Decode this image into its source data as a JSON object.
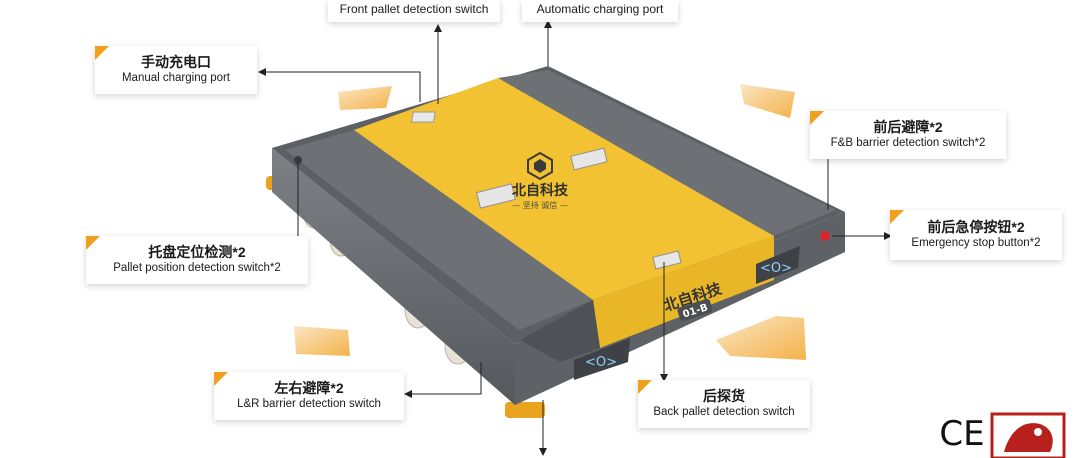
{
  "labels": {
    "front_pallet": {
      "en": "Front pallet detection switch"
    },
    "auto_charging": {
      "en": "Automatic charging port"
    },
    "manual_charging": {
      "zh": "手动充电口",
      "en": "Manual charging port"
    },
    "fb_barrier": {
      "zh": "前后避障*2",
      "en": "F&B barrier detection switch*2"
    },
    "emergency_stop": {
      "zh": "前后急停按钮*2",
      "en": "Emergency stop button*2"
    },
    "pallet_position": {
      "zh": "托盘定位检测*2",
      "en": "Pallet position detection switch*2"
    },
    "lr_barrier": {
      "zh": "左右避障*2",
      "en": "L&R barrier detection switch"
    },
    "back_pallet": {
      "zh": "后探货",
      "en": "Back pallet detection switch"
    }
  },
  "vehicle": {
    "brand_top": "北自科技",
    "brand_top_sub": "— 坚持 诚信 —",
    "brand_front": "北自科技",
    "model": "01-B"
  },
  "certification": {
    "ce": "CE"
  },
  "colors": {
    "accent": "#f0a020",
    "body_gray": "#6b6e72",
    "deck_yellow": "#f2c232",
    "wheel": "#e7e2d8"
  },
  "icons": [
    "ce-mark-icon",
    "lion-logo-icon",
    "direction-arrow-icon"
  ]
}
